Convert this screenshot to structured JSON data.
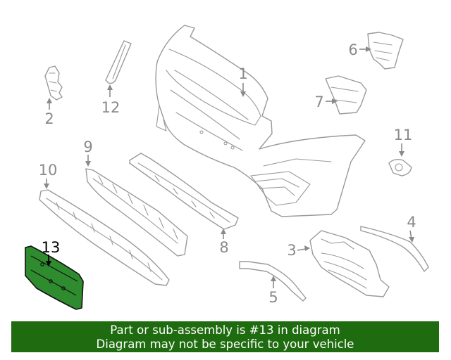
{
  "diagram": {
    "highlight_color": "#2e8b2e",
    "callouts": {
      "c1": "1",
      "c2": "2",
      "c3": "3",
      "c4": "4",
      "c5": "5",
      "c6": "6",
      "c7": "7",
      "c8": "8",
      "c9": "9",
      "c10": "10",
      "c11": "11",
      "c12": "12",
      "c13": "13"
    }
  },
  "banner": {
    "background": "#1f6b0f",
    "line1": "Part or sub-assembly is #13 in diagram",
    "line2": "Diagram may not be specific to your vehicle"
  }
}
